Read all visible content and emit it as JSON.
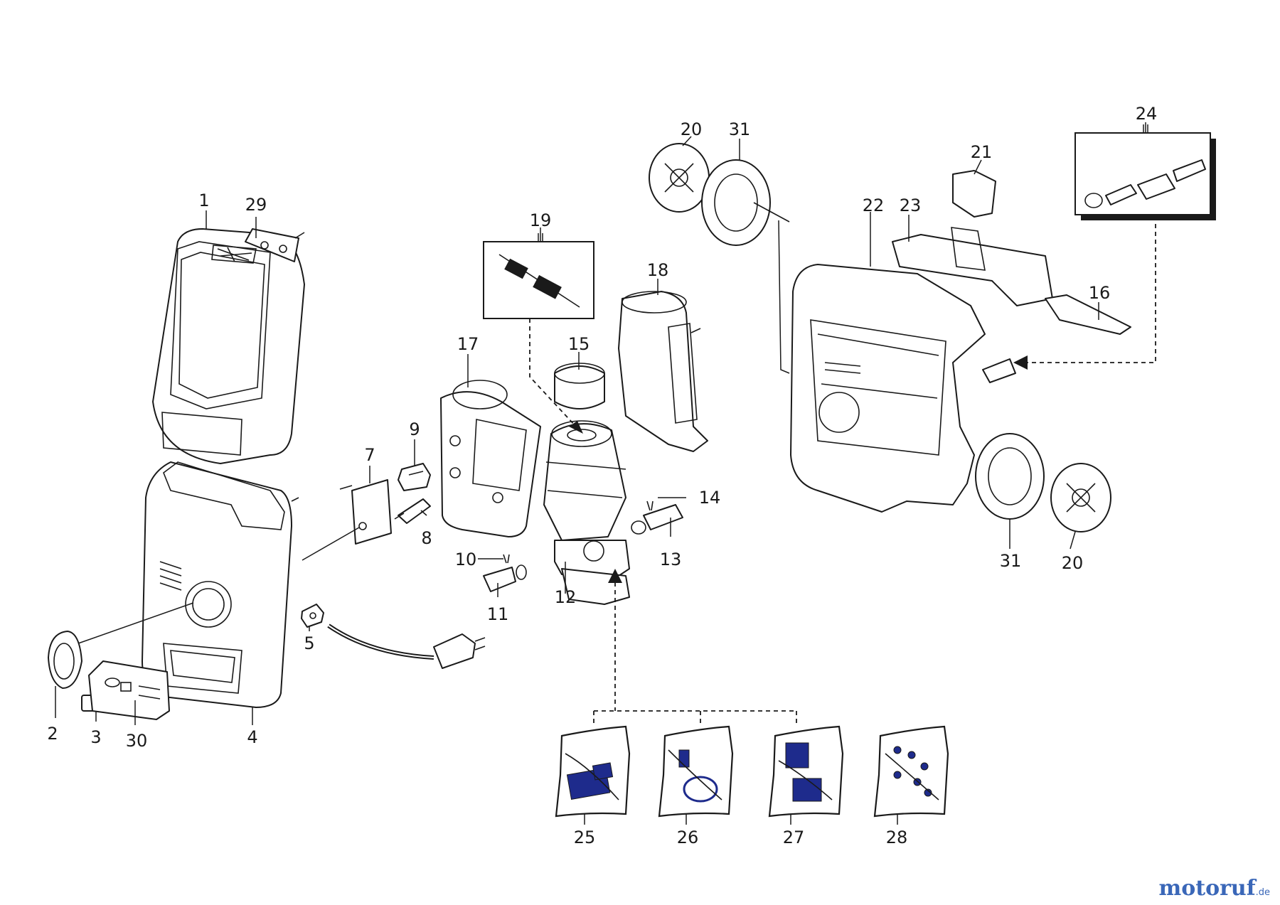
{
  "labels": {
    "p1": "1",
    "p2": "2",
    "p3": "3",
    "p4": "4",
    "p5": "5",
    "p7": "7",
    "p8": "8",
    "p9": "9",
    "p10": "10",
    "p11": "11",
    "p12": "12",
    "p13": "13",
    "p14": "14",
    "p15": "15",
    "p16": "16",
    "p17": "17",
    "p18": "18",
    "p19": "19",
    "p20a": "20",
    "p20b": "20",
    "p21": "21",
    "p22": "22",
    "p23": "23",
    "p24": "24",
    "p25": "25",
    "p26": "26",
    "p27": "27",
    "p28": "28",
    "p29": "29",
    "p30": "30",
    "p31a": "31",
    "p31b": "31"
  },
  "watermark": {
    "brand": "motoruf",
    "tld": ".de"
  }
}
